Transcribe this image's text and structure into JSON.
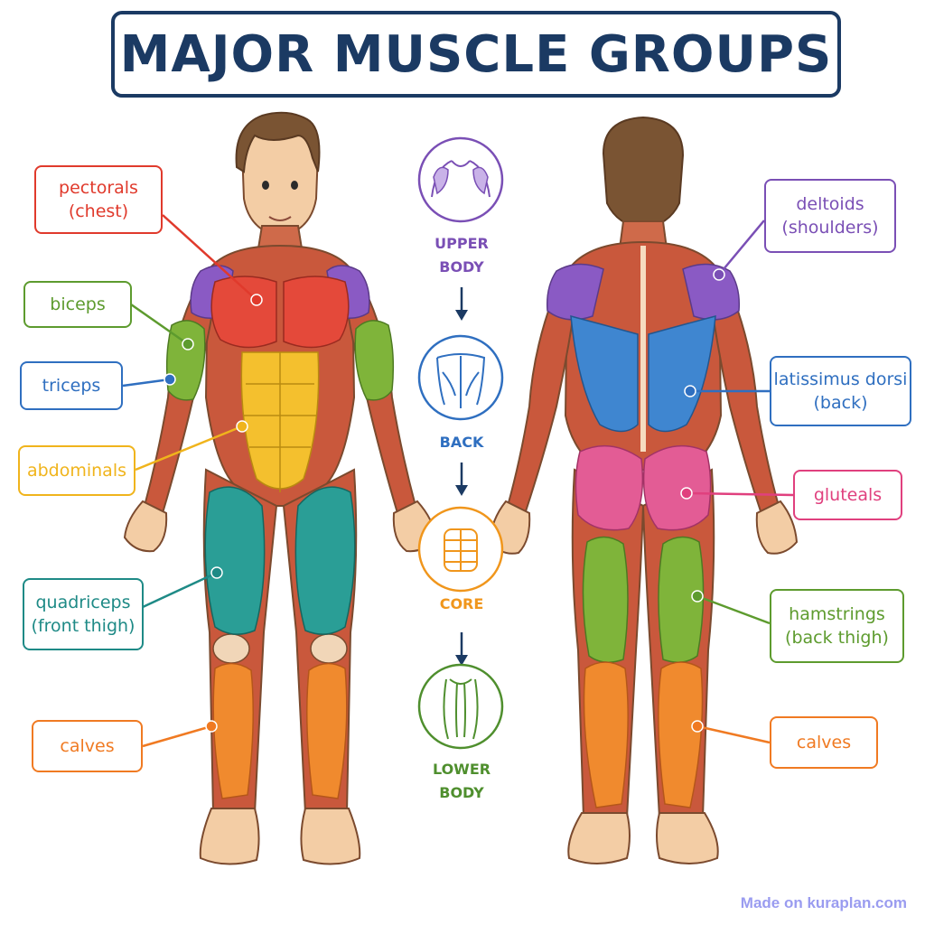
{
  "title": "MAJOR MUSCLE GROUPS",
  "colors": {
    "title": "#1b3a63",
    "pectorals": "#e03a2c",
    "biceps": "#5d9b2e",
    "triceps": "#2f6fc0",
    "abdominals": "#f0b41c",
    "quadriceps": "#1e8a86",
    "calves": "#f07a22",
    "deltoids": "#7a4fb5",
    "latissimus": "#2f6fc0",
    "gluteals": "#e0407e",
    "hamstrings": "#5d9b2e",
    "skin": "#f3cda5",
    "hair": "#7a5433",
    "muscle": "#c9583c"
  },
  "front_labels": {
    "pectorals": {
      "line1": "pectorals",
      "line2": "(chest)"
    },
    "biceps": {
      "line1": "biceps"
    },
    "triceps": {
      "line1": "triceps"
    },
    "abdominals": {
      "line1": "abdominals"
    },
    "quadriceps": {
      "line1": "quadriceps",
      "line2": "(front thigh)"
    },
    "calves": {
      "line1": "calves"
    }
  },
  "back_labels": {
    "deltoids": {
      "line1": "deltoids",
      "line2": "(shoulders)"
    },
    "latissimus": {
      "line1": "latissimus dorsi",
      "line2": "(back)"
    },
    "gluteals": {
      "line1": "gluteals"
    },
    "hamstrings": {
      "line1": "hamstrings",
      "line2": "(back thigh)"
    },
    "calves": {
      "line1": "calves"
    }
  },
  "flow": [
    {
      "line1": "UPPER",
      "line2": "BODY",
      "color": "#7a4fb5",
      "icon": "shoulders-icon"
    },
    {
      "line1": "BACK",
      "line2": "",
      "color": "#2f6fc0",
      "icon": "back-icon"
    },
    {
      "line1": "CORE",
      "line2": "",
      "color": "#f0961c",
      "icon": "abs-icon"
    },
    {
      "line1": "LOWER",
      "line2": "BODY",
      "color": "#4f8f2e",
      "icon": "legs-icon"
    }
  ],
  "watermark": "Made on kuraplan.com"
}
